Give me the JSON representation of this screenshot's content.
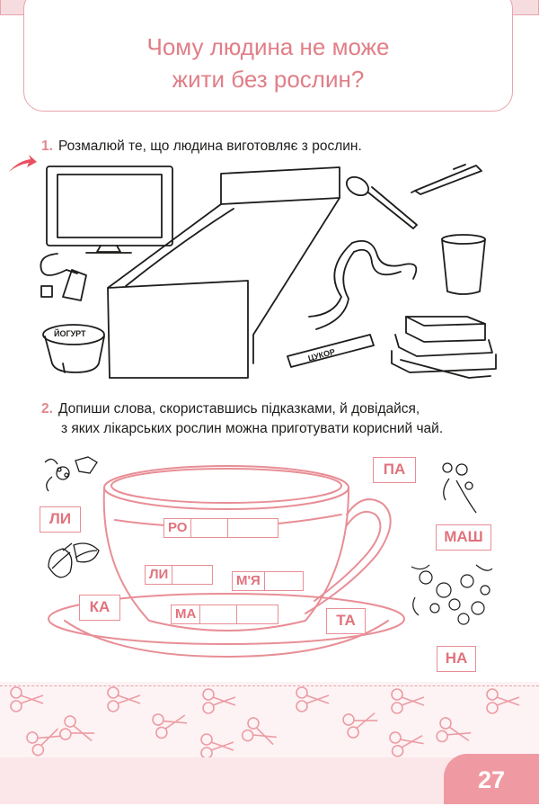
{
  "header": {
    "title_line1": "Чому людина не може",
    "title_line2": "жити без рослин?"
  },
  "task1": {
    "number": "1.",
    "text": "Розмалюй те, що людина виготовляє з рослин.",
    "yogurt_label": "ЙОГУРТ",
    "sugar_label": "ЦУКОР"
  },
  "task2": {
    "number": "2.",
    "line1": "Допиши слова, скориставшись підказками, й довідайся,",
    "line2": "з яких лікарських рослин можна приготувати корисний чай."
  },
  "hints": [
    "ЛИ",
    "ПА",
    "МАШ",
    "КА",
    "ТА",
    "НА"
  ],
  "slots": [
    "РО",
    "ЛИ",
    "М'Я",
    "МА"
  ],
  "page_number": "27",
  "colors": {
    "accent": "#e2878f",
    "header_border": "#e8a4aa",
    "page_tab": "#ef9aa2"
  }
}
